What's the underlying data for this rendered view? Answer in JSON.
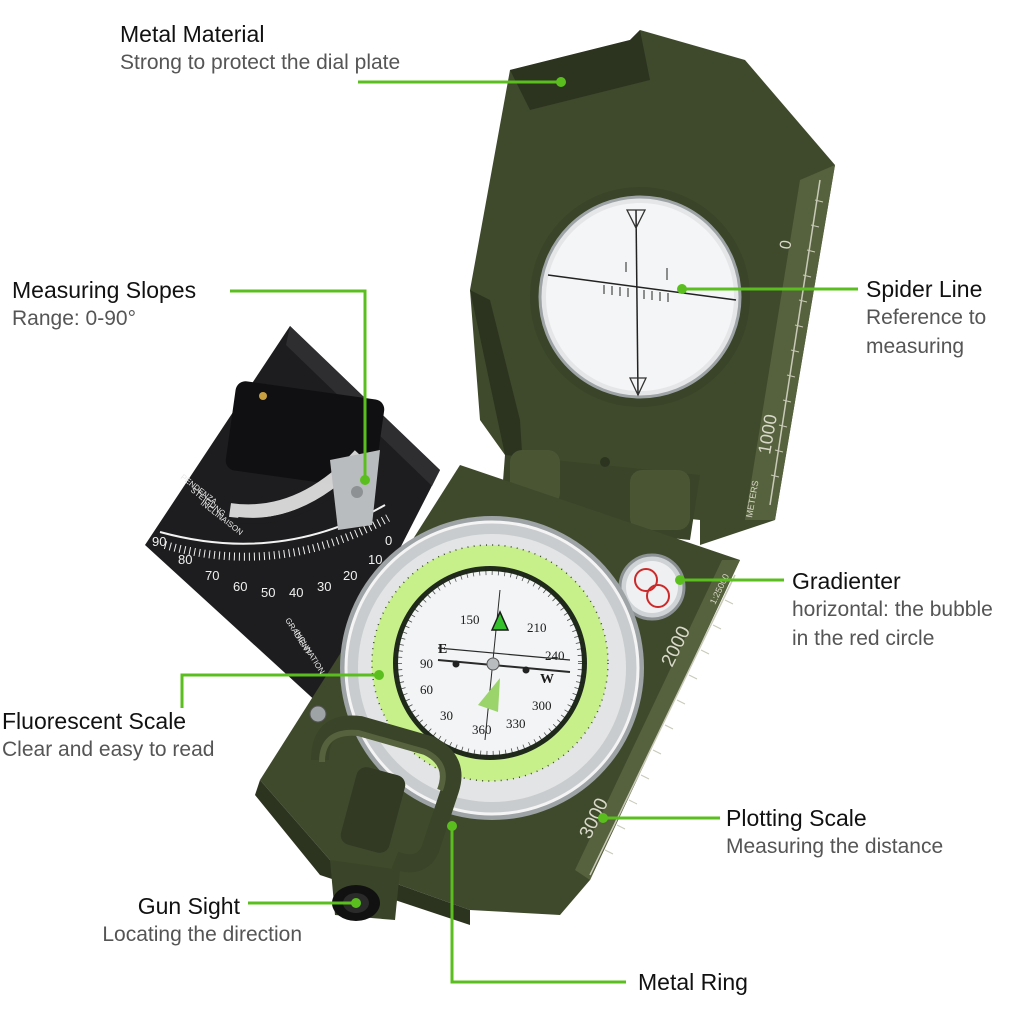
{
  "colors": {
    "leader_line": "#5abf1e",
    "compass_body": "#3f4a2c",
    "compass_body_dark": "#2c3420",
    "compass_body_light": "#56623d",
    "fluorescent_ring": "#c8f08a",
    "clinometer_plate": "#1d1d1f",
    "bezel_metal": "#c9ccce"
  },
  "callouts": {
    "metal_material": {
      "title": "Metal Material",
      "desc": "Strong to protect the dial plate"
    },
    "measuring_slopes": {
      "title": "Measuring Slopes",
      "desc": "Range: 0-90°"
    },
    "spider_line": {
      "title": "Spider Line",
      "desc_lines": [
        "Reference to",
        "measuring"
      ]
    },
    "gradienter": {
      "title": "Gradienter",
      "desc_lines": [
        "horizontal: the bubble",
        "in the red circle"
      ]
    },
    "fluorescent_scale": {
      "title": "Fluorescent Scale",
      "desc": "Clear and easy to read"
    },
    "plotting_scale": {
      "title": "Plotting Scale",
      "desc": "Measuring the distance"
    },
    "gun_sight": {
      "title": "Gun Sight",
      "desc": "Locating the direction"
    },
    "metal_ring": {
      "title": "Metal Ring"
    }
  },
  "device_markings": {
    "lid_scale": [
      "0",
      "1000"
    ],
    "lid_unit": "METERS",
    "base_scale": [
      "2000",
      "3000"
    ],
    "base_ratio": "1:25000",
    "clinometer_top_labels": [
      "PENDENZA",
      "STEIGUNG",
      "INCLINAISON"
    ],
    "clinometer_bottom_labels": [
      "GRADIENT",
      "INCLINATION"
    ],
    "clinometer_scale": [
      "90",
      "80",
      "70",
      "60",
      "50",
      "40",
      "30",
      "20",
      "10",
      "0"
    ],
    "dial_numbers": [
      "150",
      "210",
      "240",
      "90",
      "60",
      "30",
      "360",
      "330",
      "300"
    ],
    "dial_letters": [
      "E",
      "W"
    ]
  }
}
